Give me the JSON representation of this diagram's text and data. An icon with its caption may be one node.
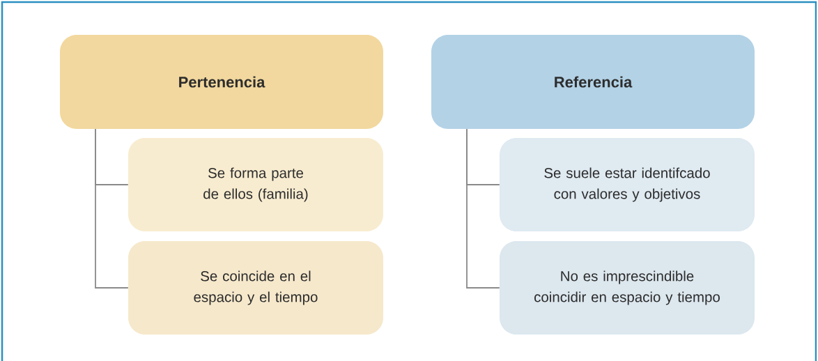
{
  "diagram": {
    "nodes": [
      {
        "text": [
          "Pertenencia"
        ]
      },
      {
        "text": [
          "Se forma parte de ellos (familia)"
        ]
      },
      {
        "text": [
          "Se coincide en el espacio y el tiempo"
        ]
      },
      {
        "text": [
          "Referencia"
        ]
      },
      {
        "text": [
          "Se suele estar identifcado con valores y objetivos"
        ]
      },
      {
        "text": [
          "No es imprescindible coincidir en espacio y tiempo"
        ]
      }
    ],
    "edges": [
      {
        "from": 0,
        "to": 1,
        "arrow": "none"
      },
      {
        "from": 0,
        "to": 2,
        "arrow": "none"
      },
      {
        "from": 3,
        "to": 4,
        "arrow": "none"
      },
      {
        "from": 3,
        "to": 5,
        "arrow": "none"
      }
    ]
  }
}
